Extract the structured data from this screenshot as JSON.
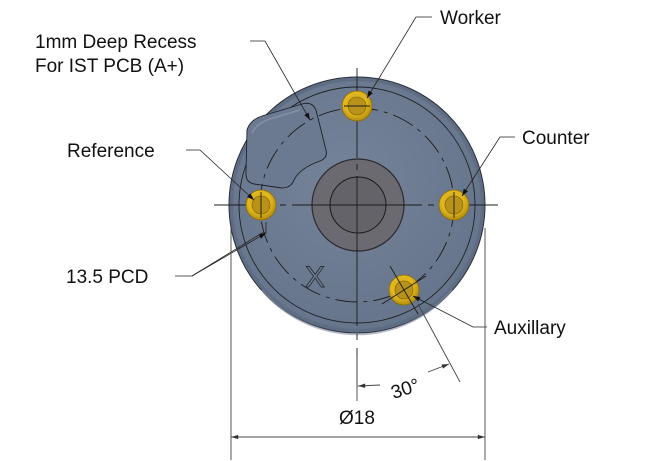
{
  "drawing": {
    "title": "Encoder face layout",
    "part_mark": "X",
    "colors": {
      "body": "#6f7d94",
      "body_rim": "#5d6b82",
      "hub": "#6b6a70",
      "hub_inner": "#646369",
      "insert": "#e0b51c",
      "insert_dark": "#a9830a",
      "line": "#1c1c1c"
    },
    "callouts": [
      {
        "id": "recess",
        "lines": [
          "1mm Deep Recess",
          "For IST PCB (A+)"
        ]
      },
      {
        "id": "worker",
        "lines": [
          "Worker"
        ]
      },
      {
        "id": "reference",
        "lines": [
          "Reference"
        ]
      },
      {
        "id": "counter",
        "lines": [
          "Counter"
        ]
      },
      {
        "id": "pcd",
        "lines": [
          "13.5 PCD"
        ]
      },
      {
        "id": "auxillary",
        "lines": [
          "Auxillary"
        ]
      }
    ],
    "dimensions": {
      "angle": "30°",
      "diameter": "Ø18",
      "pcd": "13.5"
    },
    "holes": [
      {
        "name": "Worker",
        "angle_deg": 90
      },
      {
        "name": "Reference",
        "angle_deg": 180
      },
      {
        "name": "Counter",
        "angle_deg": 0
      },
      {
        "name": "Auxillary",
        "angle_deg": -60
      }
    ]
  }
}
